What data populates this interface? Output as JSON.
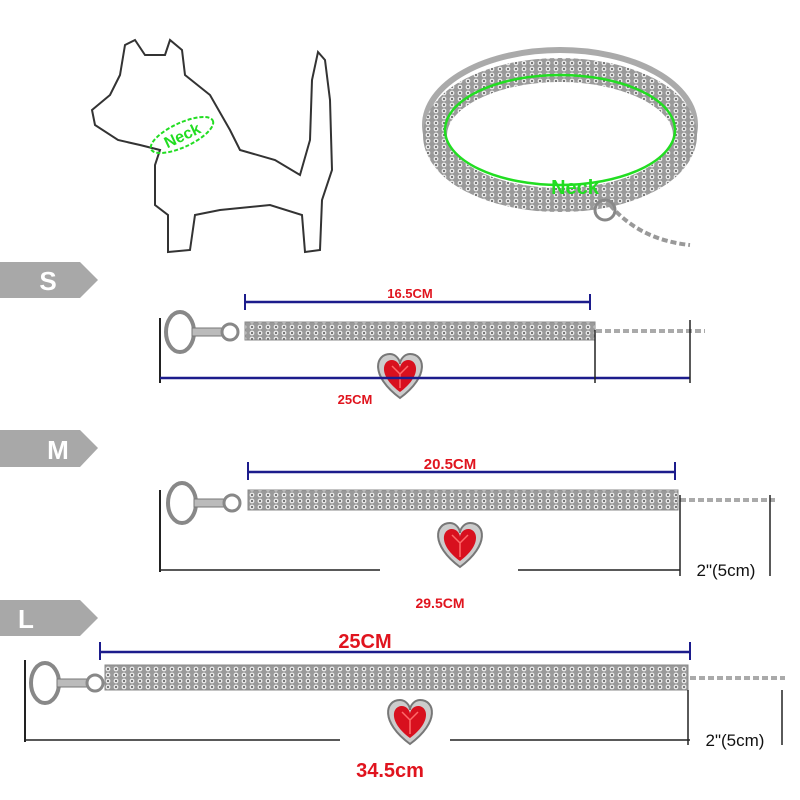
{
  "dog_diagram": {
    "neck_label": "Neck"
  },
  "necklace_diagram": {
    "neck_label": "Neck"
  },
  "sizes": [
    {
      "size": "S",
      "band_length": "16.5CM",
      "total_length": "25CM"
    },
    {
      "size": "M",
      "band_length": "20.5CM",
      "total_length": "29.5CM",
      "extension": "2\"(5cm)"
    },
    {
      "size": "L",
      "band_length": "25CM",
      "total_length": "34.5cm",
      "extension": "2\"(5cm)"
    }
  ],
  "colors": {
    "measure_line": "#1c1c8c",
    "label_red": "#e0141e",
    "neck_green": "#22dd22",
    "size_tab": "#a8a8a8",
    "heart": "#d8101e"
  }
}
